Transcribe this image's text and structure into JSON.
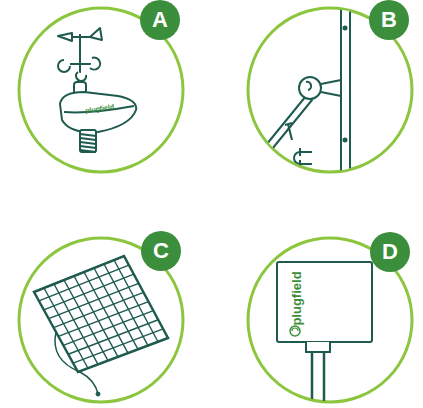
{
  "diagram": {
    "nodes": [
      {
        "text": [
          "A"
        ]
      },
      {
        "text": [
          "B"
        ]
      },
      {
        "text": [
          "C"
        ]
      },
      {
        "text": [
          "D"
        ]
      }
    ],
    "labels": [
      "plugfield",
      "plugfield"
    ]
  }
}
